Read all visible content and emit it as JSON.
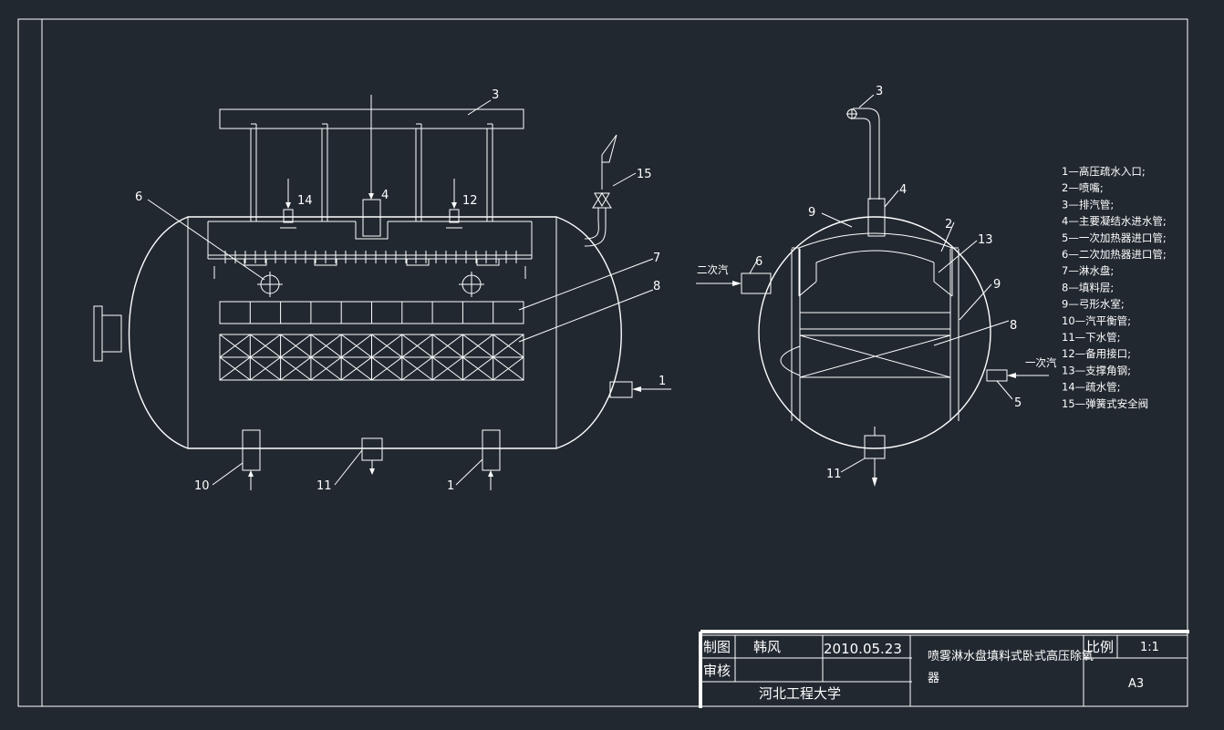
{
  "labels": {
    "front": {
      "c3": "3",
      "c4": "4",
      "c14": "14",
      "c12": "12",
      "c15": "15",
      "c6": "6",
      "c7": "7",
      "c8": "8",
      "c1": "1",
      "c10": "10",
      "c11": "11",
      "c1b": "1"
    },
    "side": {
      "c3": "3",
      "c4": "4",
      "c9a": "9",
      "c2": "2",
      "c13": "13",
      "c6": "6",
      "c9b": "9",
      "c8": "8",
      "c5": "5",
      "c11": "11",
      "steam2": "二次汽",
      "steam1": "一次汽"
    }
  },
  "legend": [
    "1—高压疏水入口;",
    "2—喷嘴;",
    "3—排汽管;",
    "4—主要凝结水进水管;",
    "5—一次加热器进口管;",
    "6—二次加热器进口管;",
    "7—淋水盘;",
    "8—填料层;",
    "9—弓形水室;",
    "10—汽平衡管;",
    "11—下水管;",
    "12—备用接口;",
    "13—支撑角钢;",
    "14—疏水管;",
    "15—弹簧式安全阀"
  ],
  "title_block": {
    "drawn_label": "制图",
    "drawn_name": "韩风",
    "date": "2010.05.23",
    "checked_label": "审核",
    "school": "河北工程大学",
    "drawing_title_1": "喷雾淋水盘填料式卧式高压除氧",
    "drawing_title_2": "器",
    "scale_label": "比例",
    "scale_value": "1:1",
    "size": "A3"
  },
  "colors": {
    "background": "#212830",
    "lines": "#ffffff"
  }
}
